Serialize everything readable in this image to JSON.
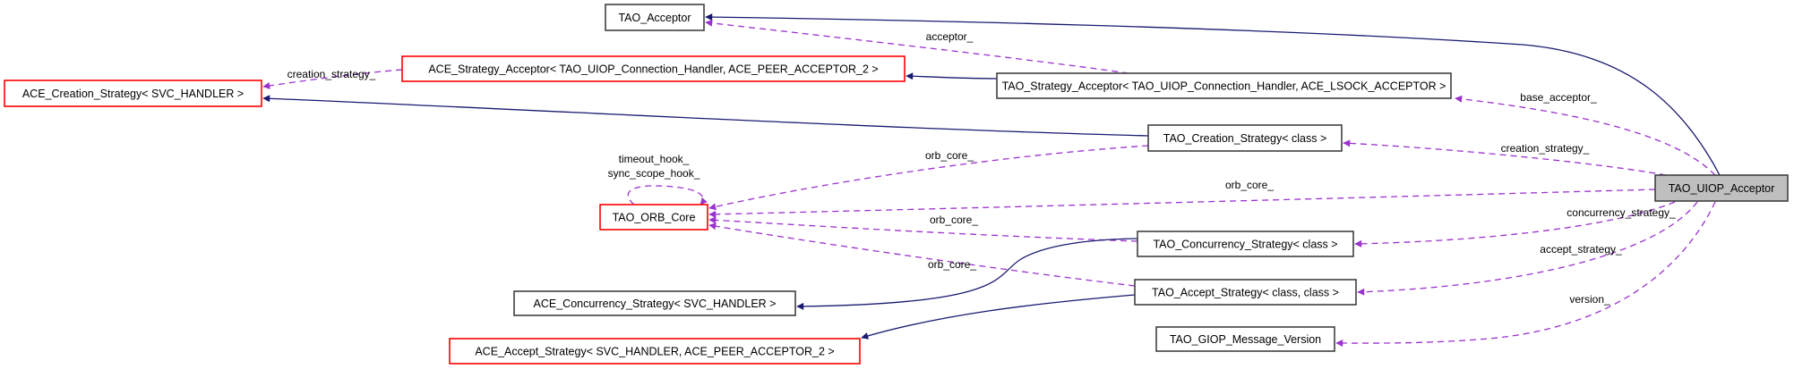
{
  "diagram": {
    "title": "TAO_UIOP_Acceptor collaboration graph",
    "colors": {
      "inherit_edge": "#191970",
      "usage_edge": "#9a32cd",
      "node_border_default": "#404040",
      "node_border_truncated": "#ff0000",
      "focus_fill": "#bfbfbf",
      "node_fill": "#ffffff"
    },
    "nodes": [
      {
        "id": "tao_acceptor",
        "label": "TAO_Acceptor",
        "style": "normal"
      },
      {
        "id": "ace_strategy_acceptor",
        "label": "ACE_Strategy_Acceptor< TAO_UIOP_Connection_Handler, ACE_PEER_ACCEPTOR_2 >",
        "style": "truncated"
      },
      {
        "id": "tao_strategy_acceptor",
        "label": "TAO_Strategy_Acceptor< TAO_UIOP_Connection_Handler, ACE_LSOCK_ACCEPTOR >",
        "style": "normal"
      },
      {
        "id": "ace_creation_strategy",
        "label": "ACE_Creation_Strategy< SVC_HANDLER >",
        "style": "truncated"
      },
      {
        "id": "tao_creation_strategy",
        "label": "TAO_Creation_Strategy< class >",
        "style": "normal"
      },
      {
        "id": "tao_uiop_acceptor",
        "label": "TAO_UIOP_Acceptor",
        "style": "focus"
      },
      {
        "id": "tao_orb_core",
        "label": "TAO_ORB_Core",
        "style": "truncated"
      },
      {
        "id": "tao_concurrency_strategy",
        "label": "TAO_Concurrency_Strategy< class >",
        "style": "normal"
      },
      {
        "id": "tao_accept_strategy",
        "label": "TAO_Accept_Strategy< class, class >",
        "style": "normal"
      },
      {
        "id": "ace_concurrency_strategy",
        "label": "ACE_Concurrency_Strategy< SVC_HANDLER >",
        "style": "normal"
      },
      {
        "id": "ace_accept_strategy",
        "label": "ACE_Accept_Strategy< SVC_HANDLER, ACE_PEER_ACCEPTOR_2 >",
        "style": "truncated"
      },
      {
        "id": "tao_giop_message_version",
        "label": "TAO_GIOP_Message_Version",
        "style": "normal"
      }
    ],
    "edges": [
      {
        "from": "tao_uiop_acceptor",
        "to": "tao_acceptor",
        "kind": "inherit",
        "label": ""
      },
      {
        "from": "tao_strategy_acceptor",
        "to": "tao_acceptor",
        "kind": "usage",
        "label": "acceptor_"
      },
      {
        "from": "tao_strategy_acceptor",
        "to": "ace_strategy_acceptor",
        "kind": "inherit",
        "label": ""
      },
      {
        "from": "ace_strategy_acceptor",
        "to": "ace_creation_strategy",
        "kind": "usage",
        "label": "creation_strategy_"
      },
      {
        "from": "tao_creation_strategy",
        "to": "ace_creation_strategy",
        "kind": "inherit",
        "label": ""
      },
      {
        "from": "tao_uiop_acceptor",
        "to": "tao_strategy_acceptor",
        "kind": "usage",
        "label": "base_acceptor_"
      },
      {
        "from": "tao_uiop_acceptor",
        "to": "tao_creation_strategy",
        "kind": "usage",
        "label": "creation_strategy_"
      },
      {
        "from": "tao_creation_strategy",
        "to": "tao_orb_core",
        "kind": "usage",
        "label": "orb_core_"
      },
      {
        "from": "tao_orb_core",
        "to": "tao_orb_core",
        "kind": "usage",
        "label": "timeout_hook_\nsync_scope_hook_"
      },
      {
        "from": "tao_uiop_acceptor",
        "to": "tao_orb_core",
        "kind": "usage",
        "label": "orb_core_"
      },
      {
        "from": "tao_concurrency_strategy",
        "to": "tao_orb_core",
        "kind": "usage",
        "label": "orb_core_"
      },
      {
        "from": "tao_accept_strategy",
        "to": "tao_orb_core",
        "kind": "usage",
        "label": "orb_core_"
      },
      {
        "from": "tao_uiop_acceptor",
        "to": "tao_concurrency_strategy",
        "kind": "usage",
        "label": "concurrency_strategy_"
      },
      {
        "from": "tao_concurrency_strategy",
        "to": "ace_concurrency_strategy",
        "kind": "inherit",
        "label": ""
      },
      {
        "from": "tao_uiop_acceptor",
        "to": "tao_accept_strategy",
        "kind": "usage",
        "label": "accept_strategy_"
      },
      {
        "from": "tao_accept_strategy",
        "to": "ace_accept_strategy",
        "kind": "inherit",
        "label": ""
      },
      {
        "from": "tao_uiop_acceptor",
        "to": "tao_giop_message_version",
        "kind": "usage",
        "label": "version_"
      }
    ]
  }
}
